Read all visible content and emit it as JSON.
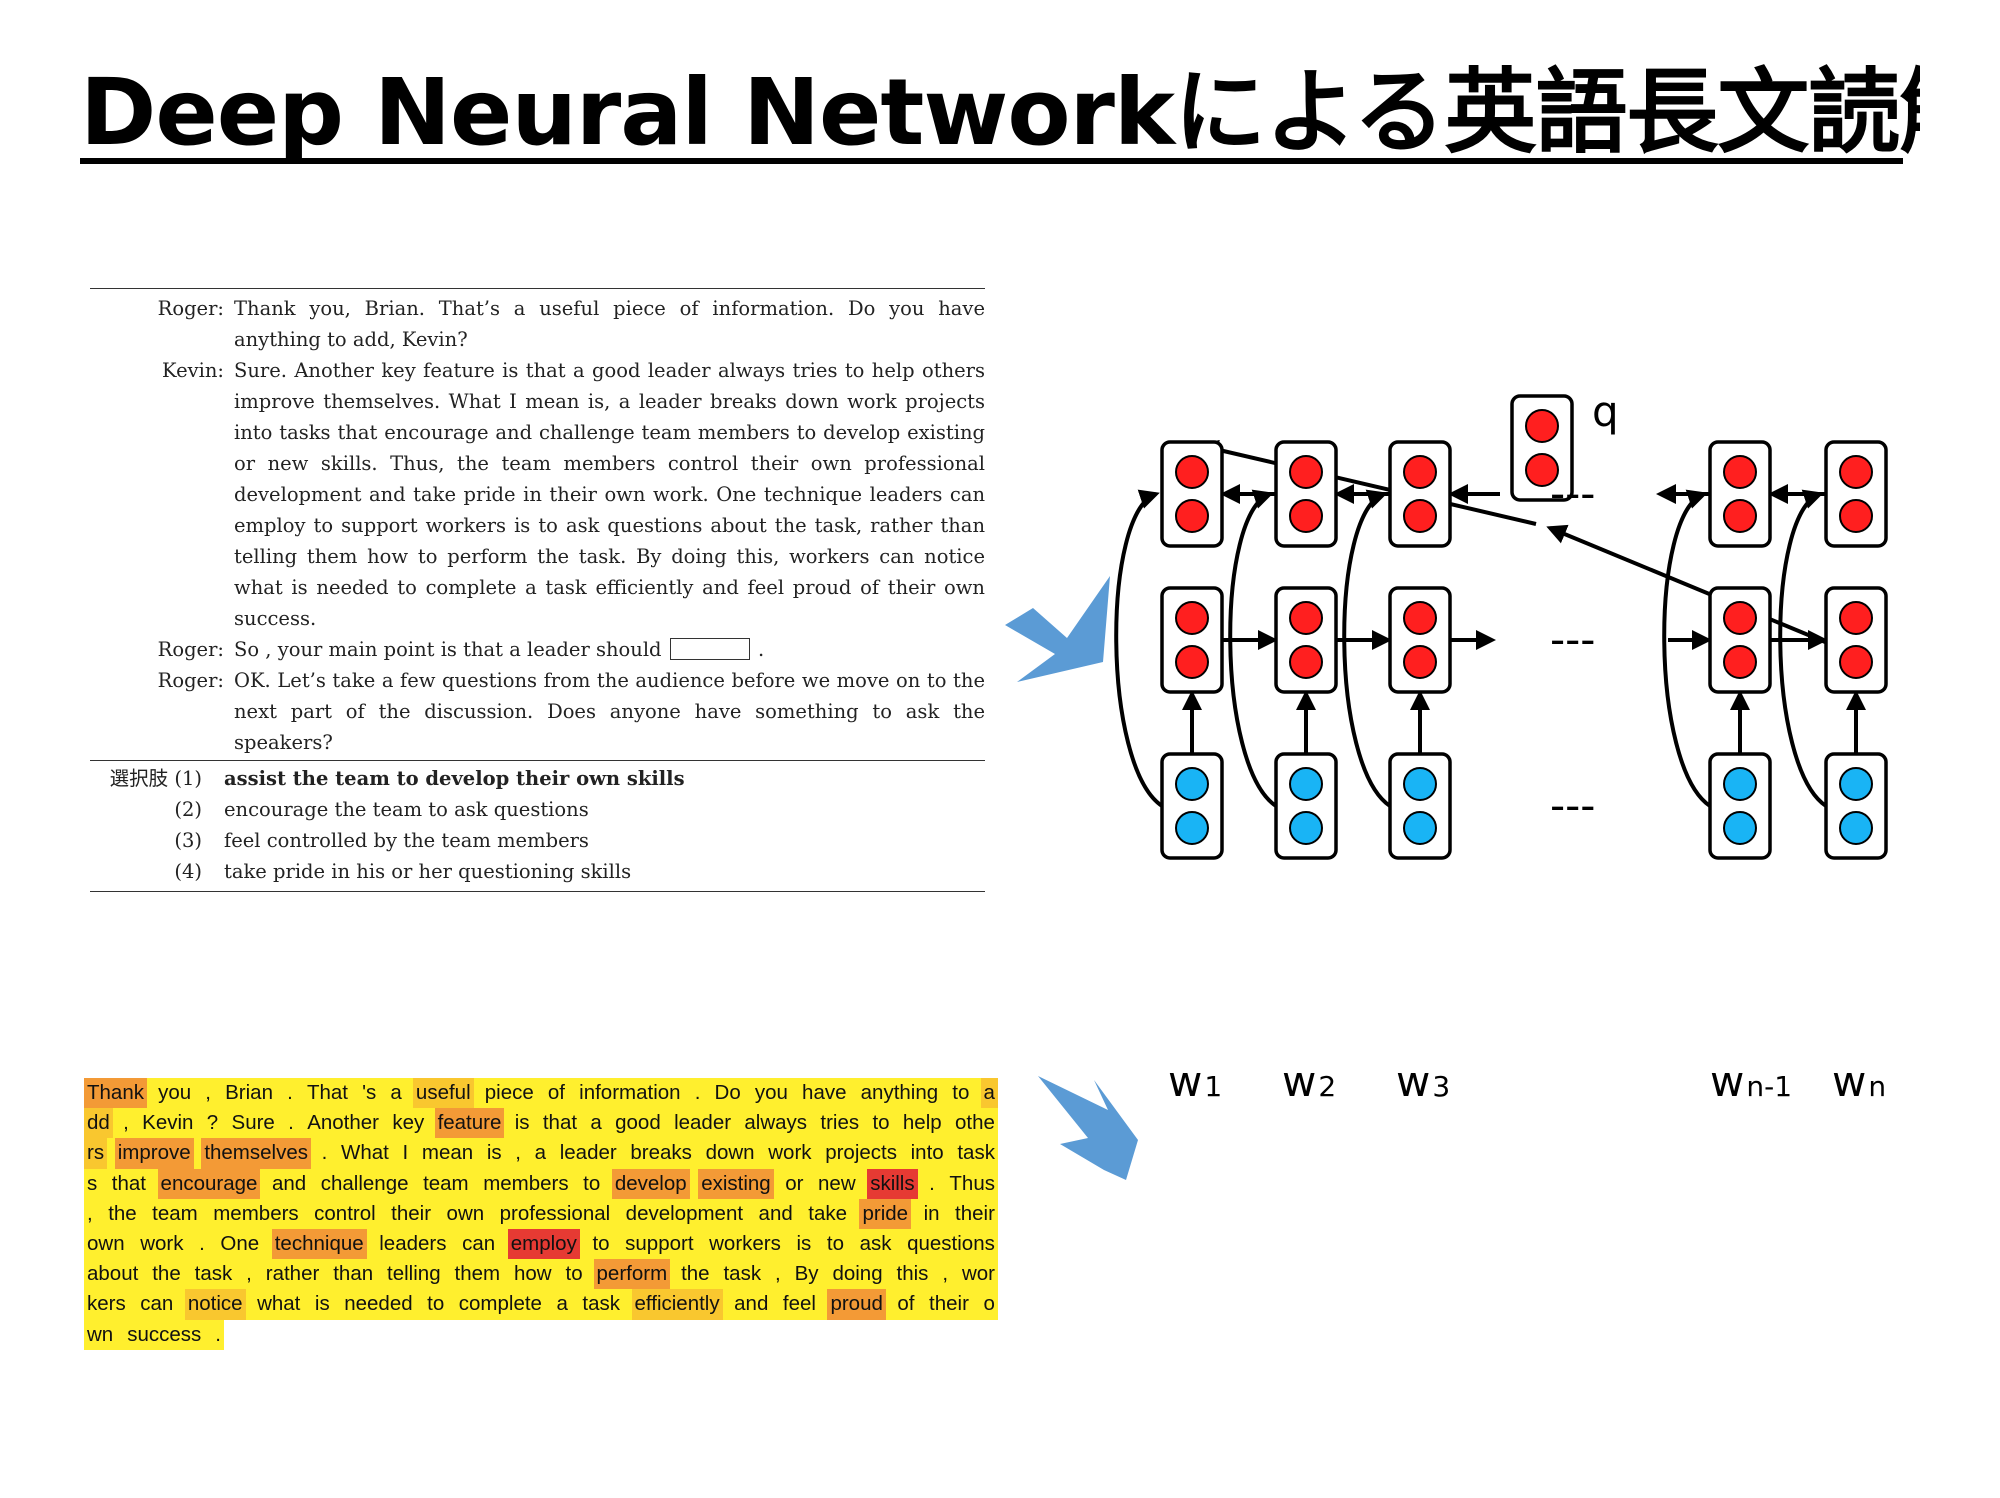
{
  "slide": {
    "title": "Deep Neural Networkによる英語長文読解"
  },
  "question": {
    "dialogue": [
      {
        "speaker": "Roger:",
        "text": "Thank you, Brian. That’s a useful piece of information. Do you have anything to add, Kevin?"
      },
      {
        "speaker": "Kevin:",
        "text": "Sure. Another key feature is that a good leader always tries to help others improve themselves. What I mean is, a leader breaks down work projects into tasks that encourage and challenge team members to develop existing or new skills. Thus, the team members control their own professional development and take pride in their own work. One technique leaders can employ to support workers is to ask questions about the task, rather than telling them how to perform the task. By doing this, workers can notice what is needed to complete a task efficiently and feel proud of their own success."
      },
      {
        "speaker": "Roger:",
        "text_before": "So , your main point is that a leader should",
        "text_after": "."
      },
      {
        "speaker": "Roger:",
        "text": "OK. Let’s take a few questions from the audience before we move on to the next part of the discussion. Does anyone have something to ask the speakers?"
      }
    ],
    "choices_label": "選択肢",
    "choices": [
      {
        "num": "(1)",
        "text": "assist the team to develop their own skills",
        "bold": true
      },
      {
        "num": "(2)",
        "text": "encourage the team to ask questions",
        "bold": false
      },
      {
        "num": "(3)",
        "text": "feel controlled by the team members",
        "bold": false
      },
      {
        "num": "(4)",
        "text": "take pride in his or her questioning skills",
        "bold": false
      }
    ]
  },
  "attention": {
    "lines": [
      [
        [
          "Thank",
          3
        ],
        [
          "you",
          1
        ],
        [
          ",",
          1
        ],
        [
          "Brian",
          1
        ],
        [
          ".",
          1
        ],
        [
          "That",
          1
        ],
        [
          "'s",
          1
        ],
        [
          "a",
          1
        ],
        [
          "useful",
          2
        ],
        [
          "piece",
          1
        ],
        [
          "of",
          1
        ],
        [
          "information",
          1
        ],
        [
          ".",
          1
        ],
        [
          "Do",
          1
        ],
        [
          "you",
          1
        ],
        [
          "have",
          1
        ],
        [
          "anything",
          1
        ],
        [
          "to",
          1
        ],
        [
          "a",
          2
        ]
      ],
      [
        [
          "dd",
          2
        ],
        [
          ",",
          1
        ],
        [
          "Kevin",
          1
        ],
        [
          "?",
          1
        ],
        [
          "Sure",
          1
        ],
        [
          ".",
          1
        ],
        [
          "Another",
          1
        ],
        [
          "key",
          1
        ],
        [
          "feature",
          3
        ],
        [
          "is",
          1
        ],
        [
          "that",
          1
        ],
        [
          "a",
          1
        ],
        [
          "good",
          1
        ],
        [
          "leader",
          1
        ],
        [
          "always",
          1
        ],
        [
          "tries",
          1
        ],
        [
          "to",
          1
        ],
        [
          "help",
          1
        ],
        [
          "othe",
          1
        ]
      ],
      [
        [
          "rs",
          2
        ],
        [
          "improve",
          3
        ],
        [
          "themselves",
          3
        ],
        [
          ".",
          1
        ],
        [
          "What",
          1
        ],
        [
          "I",
          1
        ],
        [
          "mean",
          1
        ],
        [
          "is",
          1
        ],
        [
          ",",
          1
        ],
        [
          "a",
          1
        ],
        [
          "leader",
          1
        ],
        [
          "breaks",
          1
        ],
        [
          "down",
          1
        ],
        [
          "work",
          1
        ],
        [
          "projects",
          1
        ],
        [
          "into",
          1
        ],
        [
          "task",
          1
        ]
      ],
      [
        [
          "s",
          1
        ],
        [
          "that",
          1
        ],
        [
          "encourage",
          3
        ],
        [
          "and",
          1
        ],
        [
          "challenge",
          1
        ],
        [
          "team",
          1
        ],
        [
          "members",
          1
        ],
        [
          "to",
          1
        ],
        [
          "develop",
          3
        ],
        [
          "existing",
          3
        ],
        [
          "or",
          1
        ],
        [
          "new",
          1
        ],
        [
          "skills",
          4
        ],
        [
          ".",
          1
        ],
        [
          "Thus",
          1
        ]
      ],
      [
        [
          ",",
          1
        ],
        [
          "the",
          1
        ],
        [
          "team",
          1
        ],
        [
          "members",
          1
        ],
        [
          "control",
          1
        ],
        [
          "their",
          1
        ],
        [
          "own",
          1
        ],
        [
          "professional",
          1
        ],
        [
          "development",
          1
        ],
        [
          "and",
          1
        ],
        [
          "take",
          1
        ],
        [
          "pride",
          3
        ],
        [
          "in",
          1
        ],
        [
          "their",
          1
        ]
      ],
      [
        [
          "own",
          1
        ],
        [
          "work",
          1
        ],
        [
          ".",
          1
        ],
        [
          "One",
          1
        ],
        [
          "technique",
          3
        ],
        [
          "leaders",
          1
        ],
        [
          "can",
          1
        ],
        [
          "employ",
          4
        ],
        [
          "to",
          1
        ],
        [
          "support",
          1
        ],
        [
          "workers",
          1
        ],
        [
          "is",
          1
        ],
        [
          "to",
          1
        ],
        [
          "ask",
          1
        ],
        [
          "questions",
          1
        ]
      ],
      [
        [
          "about",
          1
        ],
        [
          "the",
          1
        ],
        [
          "task",
          1
        ],
        [
          ",",
          1
        ],
        [
          "rather",
          1
        ],
        [
          "than",
          1
        ],
        [
          "telling",
          1
        ],
        [
          "them",
          1
        ],
        [
          "how",
          1
        ],
        [
          "to",
          1
        ],
        [
          "perform",
          3
        ],
        [
          "the",
          1
        ],
        [
          "task",
          1
        ],
        [
          ",",
          1
        ],
        [
          "By",
          1
        ],
        [
          "doing",
          1
        ],
        [
          "this",
          1
        ],
        [
          ",",
          1
        ],
        [
          "wor",
          1
        ]
      ],
      [
        [
          "kers",
          1
        ],
        [
          "can",
          1
        ],
        [
          "notice",
          2
        ],
        [
          "what",
          1
        ],
        [
          "is",
          1
        ],
        [
          "needed",
          1
        ],
        [
          "to",
          1
        ],
        [
          "complete",
          1
        ],
        [
          "a",
          1
        ],
        [
          "task",
          1
        ],
        [
          "efficiently",
          2
        ],
        [
          "and",
          1
        ],
        [
          "feel",
          1
        ],
        [
          "proud",
          3
        ],
        [
          "of",
          1
        ],
        [
          "their",
          1
        ],
        [
          "o",
          1
        ]
      ],
      [
        [
          "wn",
          1
        ],
        [
          "success",
          1
        ],
        [
          ".",
          1
        ]
      ]
    ]
  },
  "network": {
    "query_label": "q",
    "ellipsis": "---",
    "word_labels": [
      {
        "main": "w",
        "sub": "1"
      },
      {
        "main": "w",
        "sub": "2"
      },
      {
        "main": "w",
        "sub": "3"
      },
      {
        "main": "w",
        "sub": "n-1"
      },
      {
        "main": "w",
        "sub": "n"
      }
    ]
  },
  "colors": {
    "attention_level_1": "#ffef2e",
    "attention_level_2": "#f9c72f",
    "attention_level_3": "#f39a36",
    "attention_level_4": "#e63a33",
    "hidden_unit": "#ff1f1f",
    "input_unit": "#19b4f5",
    "arrow_blue": "#5b9bd5"
  }
}
